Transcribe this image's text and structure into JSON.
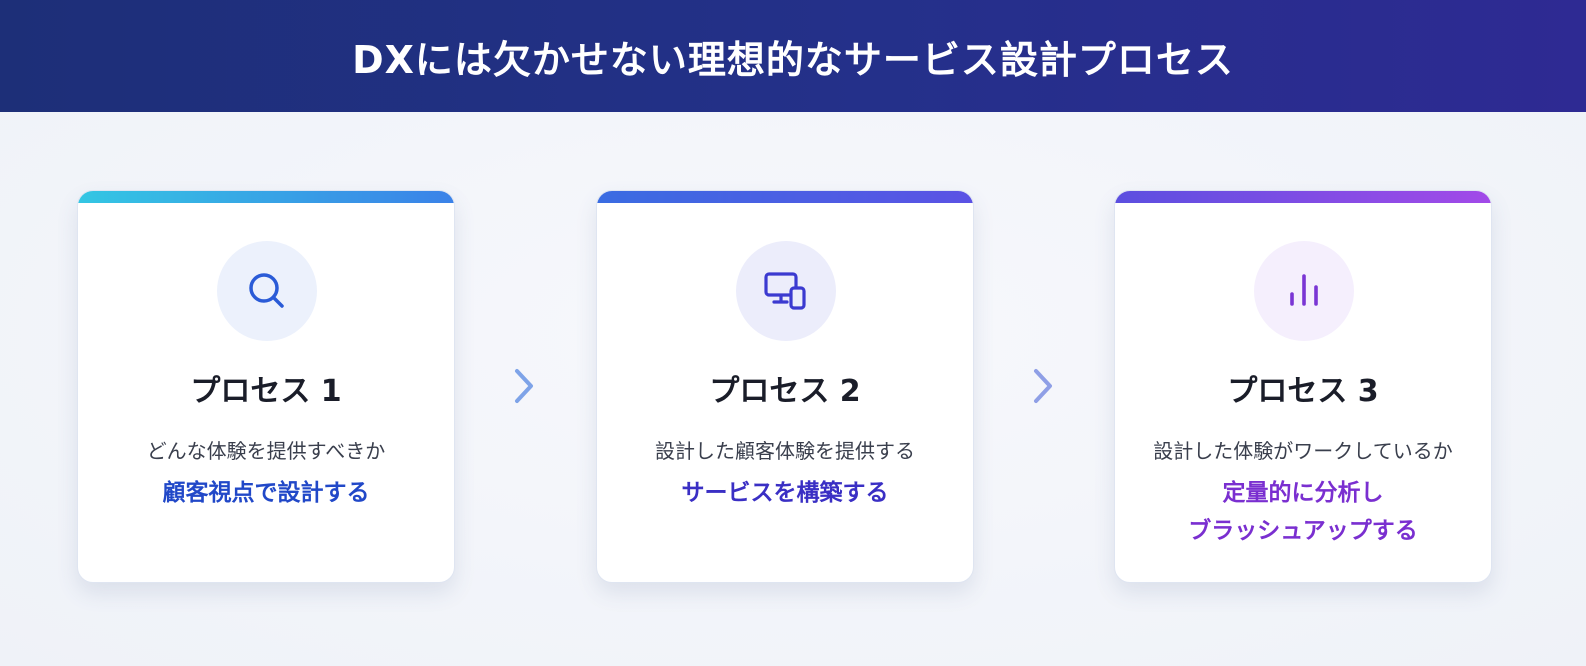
{
  "header": {
    "title": "DXには欠かせない理想的なサービス設計プロセス"
  },
  "cards": [
    {
      "icon": "search-icon",
      "title": "プロセス 1",
      "description": "どんな体験を提供すべきか",
      "emphasis": [
        "顧客視点で設計する"
      ]
    },
    {
      "icon": "devices-icon",
      "title": "プロセス 2",
      "description": "設計した顧客体験を提供する",
      "emphasis": [
        "サービスを構築する"
      ]
    },
    {
      "icon": "bar-chart-icon",
      "title": "プロセス 3",
      "description": "設計した体験がワークしているか",
      "emphasis": [
        "定量的に分析し",
        "ブラッシュアップする"
      ]
    }
  ],
  "colors": {
    "banner": "#1d2f78",
    "card1_accent": "#2148c8",
    "card2_accent": "#3a2fc4",
    "card3_accent": "#7a2fd0",
    "arrow": "#7ea3e8"
  }
}
